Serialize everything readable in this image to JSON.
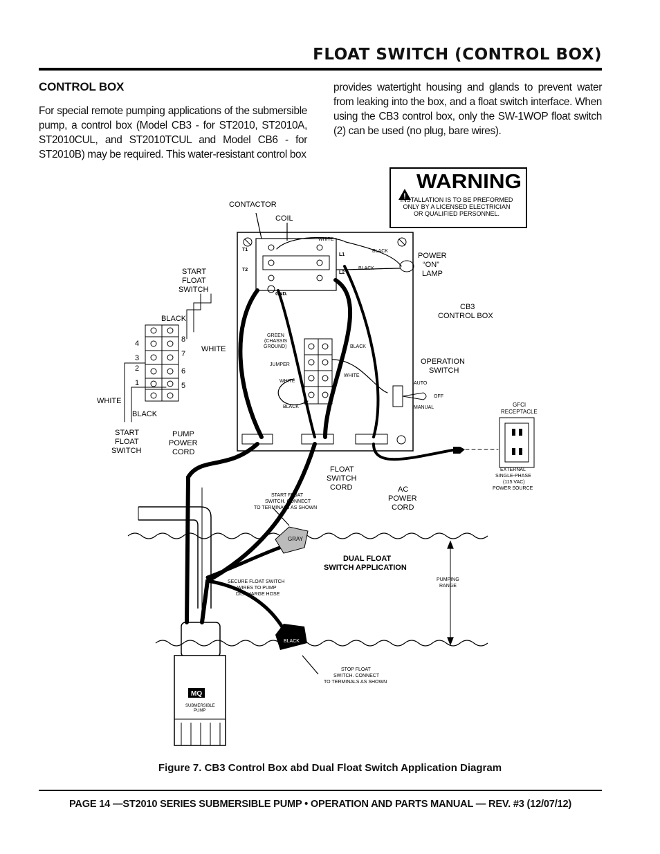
{
  "header": {
    "title": "FLOAT SWITCH (CONTROL BOX)"
  },
  "section": {
    "heading": "CONTROL BOX",
    "para_left": "For special remote pumping applications of the submersible pump, a control box (Model CB3 - for ST2010, ST2010A, ST2010CUL, and ST2010TCUL and Model CB6 - for ST2010B) may be required. This water-resistant control box",
    "para_right": "provides watertight housing and glands to prevent water from leaking into the box, and a float switch interface. When using the CB3 control box, only the SW-1WOP float switch (2) can be used (no plug, bare wires)."
  },
  "warning": {
    "title": "WARNING",
    "line1": "INSTALLATION IS TO BE PREFORMED",
    "line2": "ONLY BY A LICENSED ELECTRICIAN",
    "line3": "OR QUALIFIED PERSONNEL."
  },
  "labels": {
    "contactor": "CONTACTOR",
    "coil": "COIL",
    "white": "WHITE",
    "black": "BLACK",
    "t1": "T1",
    "t2": "T2",
    "l1": "L1",
    "l2": "L2",
    "gnd": "GND.",
    "power_lamp_1": "POWER",
    "power_lamp_2": "“ON”",
    "power_lamp_3": "LAMP",
    "cb3_1": "CB3",
    "cb3_2": "CONTROL BOX",
    "start_float_1": "START",
    "start_float_2": "FLOAT",
    "start_float_3": "SWITCH",
    "t_4": "4",
    "t_3": "3",
    "t_2": "2",
    "t_1": "1",
    "t_8": "8",
    "t_7": "7",
    "t_6": "6",
    "t_5": "5",
    "green_1": "GREEN",
    "green_2": "(CHASSIS",
    "green_3": "GROUND)",
    "jumper": "JUMPER",
    "operation_1": "OPERATION",
    "operation_2": "SWITCH",
    "auto": "AUTO",
    "off": "OFF",
    "manual": "MANUAL",
    "gfci_1": "GFCI",
    "gfci_2": "RECEPTACLE",
    "pump_cord_1": "PUMP",
    "pump_cord_2": "POWER",
    "pump_cord_3": "CORD",
    "float_cord_1": "FLOAT",
    "float_cord_2": "SWITCH",
    "float_cord_3": "CORD",
    "ac_cord_1": "AC",
    "ac_cord_2": "POWER",
    "ac_cord_3": "CORD",
    "ext_1": "EXTERNAL",
    "ext_2": "SINGLE-PHASE",
    "ext_3": "(115 VAC)",
    "ext_4": "POWER SOURCE",
    "start_conn_1": "START FLOAT",
    "start_conn_2": "SWITCH. CONNECT",
    "start_conn_3": "TO TERMINALS AS SHOWN",
    "gray": "GRAY",
    "dual_1": "DUAL FLOAT",
    "dual_2": "SWITCH APPLICATION",
    "secure_1": "SECURE FLOAT SWITCH",
    "secure_2": "WIRES TO PUMP",
    "secure_3": "DISCHARGE HOSE",
    "pumping_1": "PUMPING",
    "pumping_2": "RANGE",
    "black_float": "BLACK",
    "stop_1": "STOP FLOAT",
    "stop_2": "SWITCH. CONNECT",
    "stop_3": "TO TERMINALS AS SHOWN",
    "pump_label_1": "SUBMERSIBLE",
    "pump_label_2": "PUMP",
    "logo": "MQ"
  },
  "caption": "Figure 7. CB3 Control Box abd Dual Float Switch Application Diagram",
  "footer": "PAGE 14 —ST2010 SERIES SUBMERSIBLE PUMP • OPERATION AND PARTS MANUAL — REV. #3 (12/07/12)"
}
